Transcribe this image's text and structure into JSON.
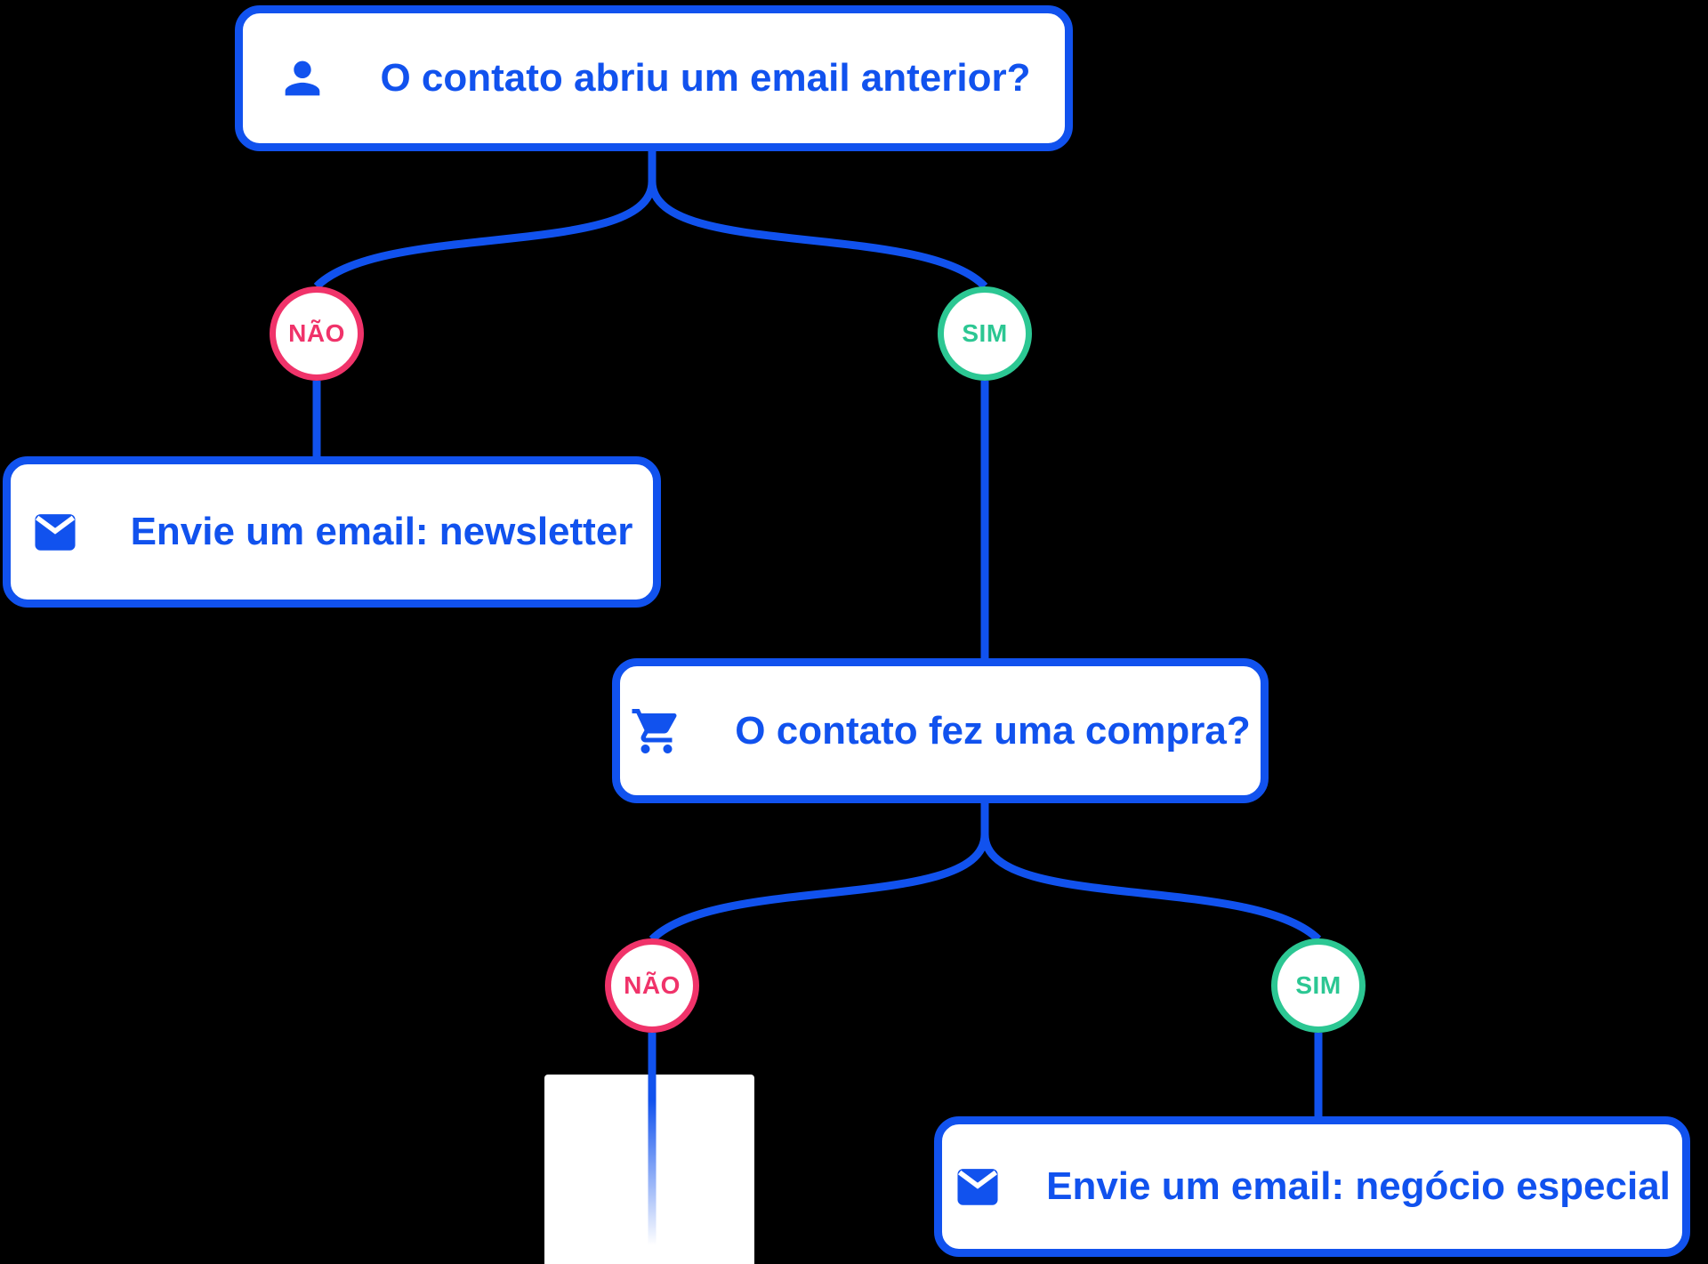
{
  "flow": {
    "colors": {
      "bg": "#000000",
      "blue": "#1152ee",
      "pink": "#f0336a",
      "green": "#2cc793"
    },
    "nodes": [
      {
        "icon": "person-icon",
        "label": "O contato abriu um email anterior?"
      },
      {
        "icon": "email-icon",
        "label": "Envie um email: newsletter"
      },
      {
        "icon": "cart-icon",
        "label": "O contato fez uma compra?"
      },
      {
        "icon": "email-icon",
        "label": "Envie um email: negócio especial"
      }
    ],
    "branch_labels": {
      "no": "NÃO",
      "yes": "SIM"
    }
  }
}
